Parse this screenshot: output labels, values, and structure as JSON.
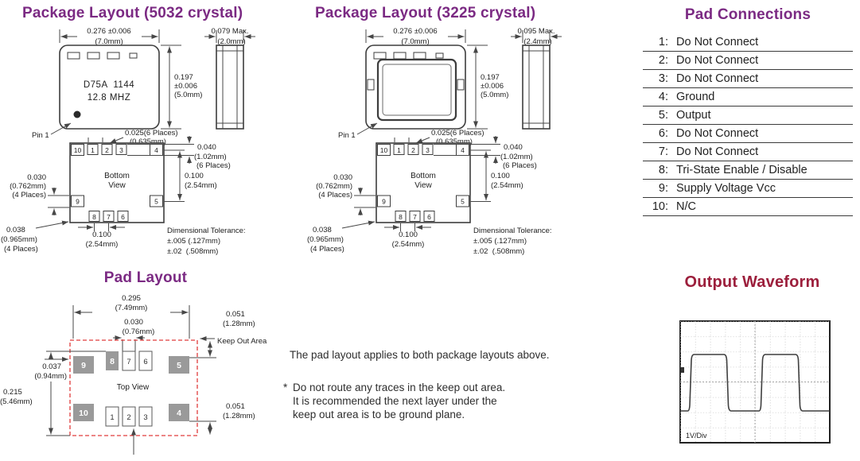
{
  "sections": {
    "pkg5032": {
      "title": "Package Layout (5032 crystal)"
    },
    "pkg3225": {
      "title": "Package Layout (3225 crystal)"
    },
    "pad_connections": {
      "title": "Pad Connections"
    },
    "pad_layout": {
      "title": "Pad Layout"
    },
    "waveform": {
      "title": "Output Waveform",
      "scale_label": "1V/Div"
    }
  },
  "package_common": {
    "dim_body_w": "0.276 ±0.006",
    "dim_body_w_mm": "(7.0mm)",
    "dim_body_d": "0.197",
    "dim_body_d_tol": "±0.006",
    "dim_body_d_mm": "(5.0mm)",
    "pin1_label": "Pin 1",
    "dim_pad_pitch_top": "0.025(6 Places)",
    "dim_pad_pitch_top_mm": "(0.635mm)",
    "dim_pad_len": "0.040",
    "dim_pad_len_mm": "(1.02mm)",
    "dim_pad_len_n": "(6 Places)",
    "dim_row_pitch": "0.100",
    "dim_row_pitch_mm": "(2.54mm)",
    "dim_side_pad": "0.030",
    "dim_side_pad_mm": "(0.762mm)",
    "dim_side_pad_n": "(4 Places)",
    "dim_corner_pad": "0.038",
    "dim_corner_pad_mm": "(0.965mm)",
    "dim_corner_pad_n": "(4 Places)",
    "dim_bottom_pitch": "0.100",
    "dim_bottom_pitch_mm": "(2.54mm)",
    "tolerance_1": "Dimensional Tolerance:",
    "tolerance_2": "±.005 (.127mm)",
    "tolerance_3": "±.02  (.508mm)",
    "bottom_view_1": "Bottom",
    "bottom_view_2": "View"
  },
  "pkg5032": {
    "dim_height": "0.079 Max.",
    "dim_height_mm": "(2.0mm)",
    "marking_1": "D75A  1144",
    "marking_2": "12.8 MHZ"
  },
  "pkg3225": {
    "dim_height": "0.095 Max.",
    "dim_height_mm": "(2.4mm)"
  },
  "pads": {
    "p1": "1",
    "p2": "2",
    "p3": "3",
    "p4": "4",
    "p5": "5",
    "p6": "6",
    "p7": "7",
    "p8": "8",
    "p9": "9",
    "p10": "10"
  },
  "pad_connections": {
    "rows": [
      {
        "num": "1:",
        "label": "Do Not Connect"
      },
      {
        "num": "2:",
        "label": "Do Not Connect"
      },
      {
        "num": "3:",
        "label": "Do Not Connect"
      },
      {
        "num": "4:",
        "label": "Ground"
      },
      {
        "num": "5:",
        "label": "Output"
      },
      {
        "num": "6:",
        "label": "Do Not Connect"
      },
      {
        "num": "7:",
        "label": "Do Not Connect"
      },
      {
        "num": "8:",
        "label": "Tri-State Enable / Disable"
      },
      {
        "num": "9:",
        "label": "Supply Voltage Vcc"
      },
      {
        "num": "10:",
        "label": "N/C"
      }
    ]
  },
  "pad_layout": {
    "dim_w": "0.295",
    "dim_w_mm": "(7.49mm)",
    "dim_small": "0.030",
    "dim_small_mm": "(0.76mm)",
    "dim_edge_top": "0.051",
    "dim_edge_top_mm": "(1.28mm)",
    "keep_out": "Keep Out Area",
    "dim_gap": "0.037",
    "dim_gap_mm": "(0.94mm)",
    "dim_h": "0.215",
    "dim_h_mm": "(5.46mm)",
    "dim_edge_bot": "0.051",
    "dim_edge_bot_mm": "(1.28mm)",
    "view": "Top View"
  },
  "notes": {
    "line1": "The pad layout applies to both package layouts above.",
    "bullet": "*",
    "line2": "Do not route any traces in the keep out area.",
    "line3": "It is recommended the next layer under the",
    "line4": "keep out area is to be ground plane."
  },
  "colors": {
    "heading_purple": "#7b2a83",
    "heading_red": "#9c1f3c",
    "pad_gray": "#9a9a9a",
    "keepout_red": "#e03c3c",
    "drawing_line": "#474747"
  }
}
